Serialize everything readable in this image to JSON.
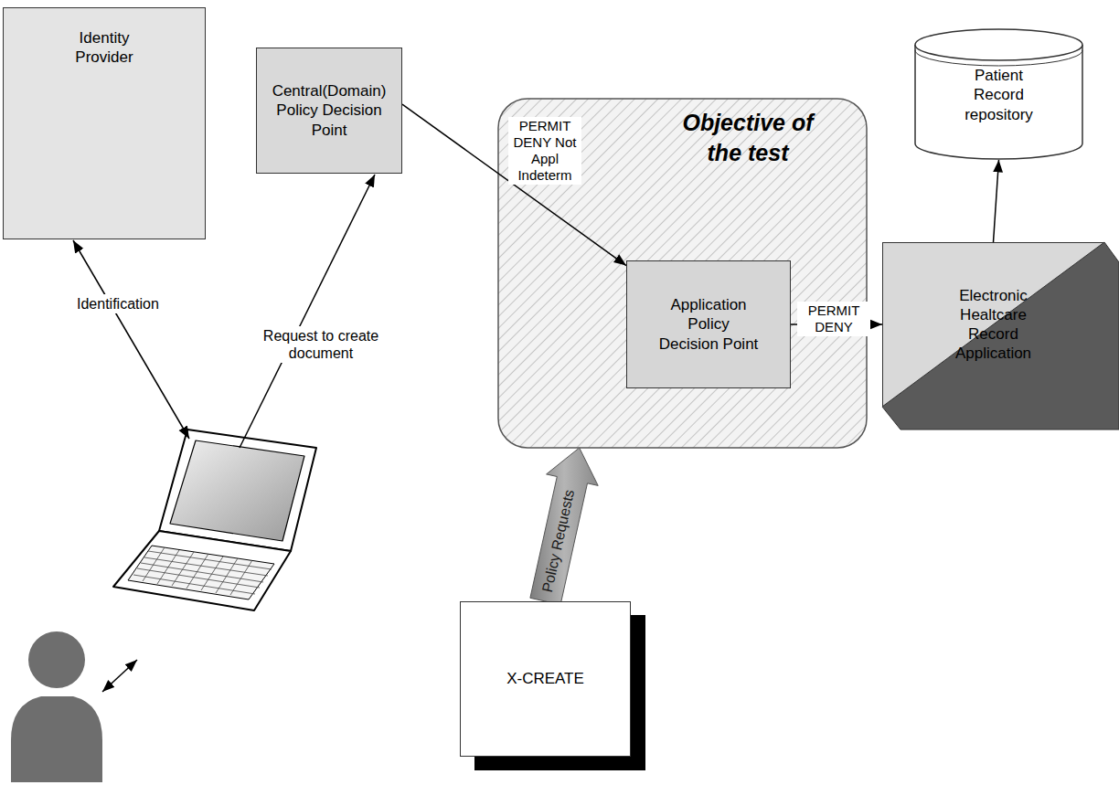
{
  "diagram": {
    "nodes": [
      {
        "text": [
          "Identity Provider"
        ]
      },
      {
        "text": [
          "Central(Domain) Policy Decision Point"
        ]
      },
      {
        "text": [
          "Objective of the test"
        ]
      },
      {
        "text": [
          "Application Policy Decision Point"
        ],
        "in": 2
      },
      {
        "text": [
          "Patient Record repository"
        ]
      },
      {
        "text": [
          "Electronic Healtcare Record Application"
        ]
      },
      {
        "text": [
          "X-CREATE"
        ]
      }
    ],
    "edges": [
      {
        "from": 1,
        "to": 3,
        "label": "PERMIT DENY Not Appl Indeterm",
        "arrow": "to"
      },
      {
        "from": 3,
        "to": 5,
        "label": "PERMIT DENY",
        "arrow": "to"
      },
      {
        "from": 5,
        "to": 4,
        "arrow": "to"
      },
      {
        "from": 6,
        "to": 2,
        "label": "Policy Requests",
        "arrow": "to"
      }
    ],
    "labels": [
      "Identification",
      "Request to create document"
    ]
  }
}
